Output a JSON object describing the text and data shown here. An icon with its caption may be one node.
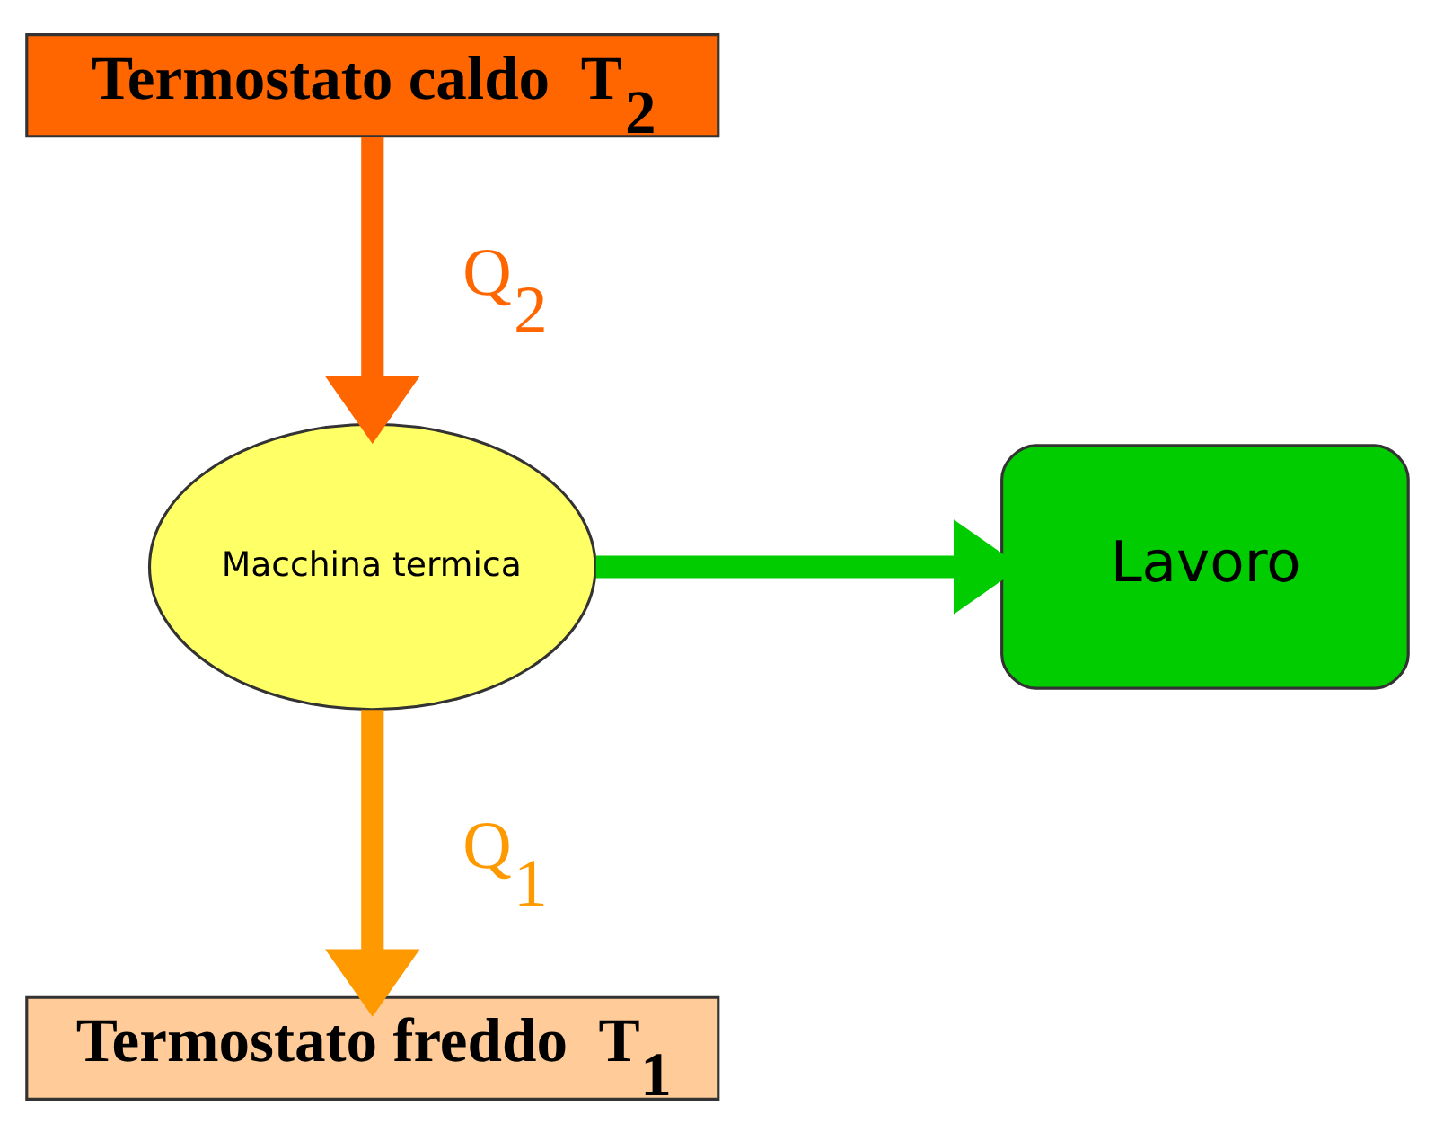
{
  "diagram": {
    "nodes": [
      {
        "text": [
          "Termostato caldo  T$_{2}$"
        ]
      },
      {
        "text": [
          "Macchina termica"
        ]
      },
      {
        "text": [
          "Lavoro"
        ]
      },
      {
        "text": [
          "Termostato freddo  T$_{1}$"
        ]
      }
    ],
    "edges": [
      {
        "from": 0,
        "to": 1,
        "arrow": "to",
        "label": "Q$_{2}$",
        "color": "#ff6600"
      },
      {
        "from": 1,
        "to": 2,
        "arrow": "to",
        "color": "#00cc00"
      },
      {
        "from": 1,
        "to": 3,
        "arrow": "to",
        "label": "Q$_{1}$",
        "color": "#ff9900"
      }
    ]
  }
}
